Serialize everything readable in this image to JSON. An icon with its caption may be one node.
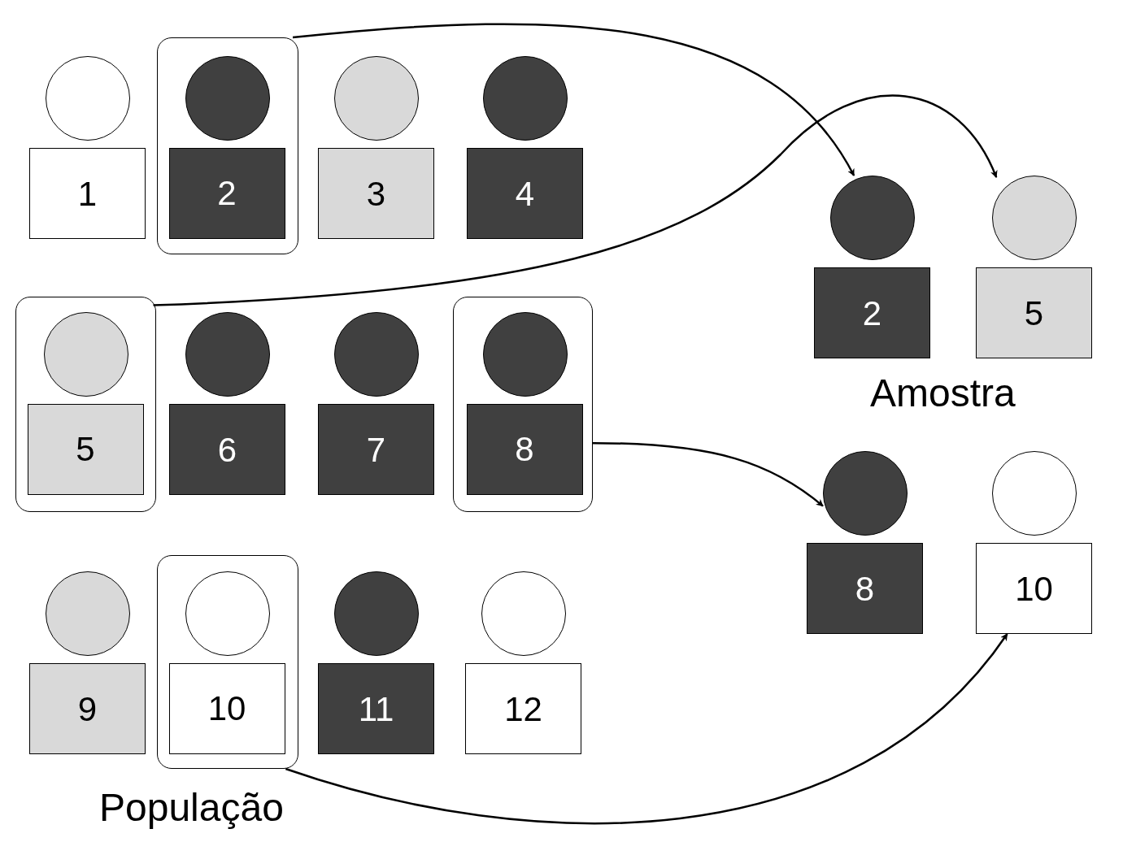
{
  "diagram": {
    "nodes": [
      {
        "text": [],
        "shape": "circle"
      },
      {
        "text": [
          "1"
        ]
      },
      {
        "text": [],
        "shape": "box"
      },
      {
        "text": [],
        "shape": "circle",
        "in": 2
      },
      {
        "text": [
          "2"
        ],
        "in": 2
      },
      {
        "text": [],
        "shape": "circle"
      },
      {
        "text": [
          "3"
        ]
      },
      {
        "text": [],
        "shape": "circle"
      },
      {
        "text": [
          "4"
        ]
      },
      {
        "text": [],
        "shape": "box"
      },
      {
        "text": [],
        "shape": "circle",
        "in": 9
      },
      {
        "text": [
          "5"
        ],
        "in": 9
      },
      {
        "text": [],
        "shape": "circle"
      },
      {
        "text": [
          "6"
        ]
      },
      {
        "text": [],
        "shape": "circle"
      },
      {
        "text": [
          "7"
        ]
      },
      {
        "text": [],
        "shape": "box"
      },
      {
        "text": [],
        "shape": "circle",
        "in": 16
      },
      {
        "text": [
          "8"
        ],
        "in": 16
      },
      {
        "text": [],
        "shape": "circle"
      },
      {
        "text": [
          "9"
        ]
      },
      {
        "text": [],
        "shape": "box"
      },
      {
        "text": [],
        "shape": "circle",
        "in": 21
      },
      {
        "text": [
          "10"
        ],
        "in": 21
      },
      {
        "text": [],
        "shape": "circle"
      },
      {
        "text": [
          "11"
        ]
      },
      {
        "text": [],
        "shape": "circle"
      },
      {
        "text": [
          "12"
        ]
      },
      {
        "text": [],
        "shape": "circle"
      },
      {
        "text": [
          "2"
        ]
      },
      {
        "text": [],
        "shape": "circle"
      },
      {
        "text": [
          "5"
        ]
      },
      {
        "text": [],
        "shape": "circle"
      },
      {
        "text": [
          "8"
        ]
      },
      {
        "text": [],
        "shape": "circle"
      },
      {
        "text": [
          "10"
        ]
      }
    ],
    "edges": [
      {
        "from": 2,
        "to": 28,
        "arrow": "to"
      },
      {
        "from": 9,
        "to": 30,
        "arrow": "to"
      },
      {
        "from": 16,
        "to": 32,
        "arrow": "to"
      },
      {
        "from": 21,
        "to": 35,
        "arrow": "to"
      }
    ],
    "labels": [
      "Amostra",
      "População"
    ]
  }
}
